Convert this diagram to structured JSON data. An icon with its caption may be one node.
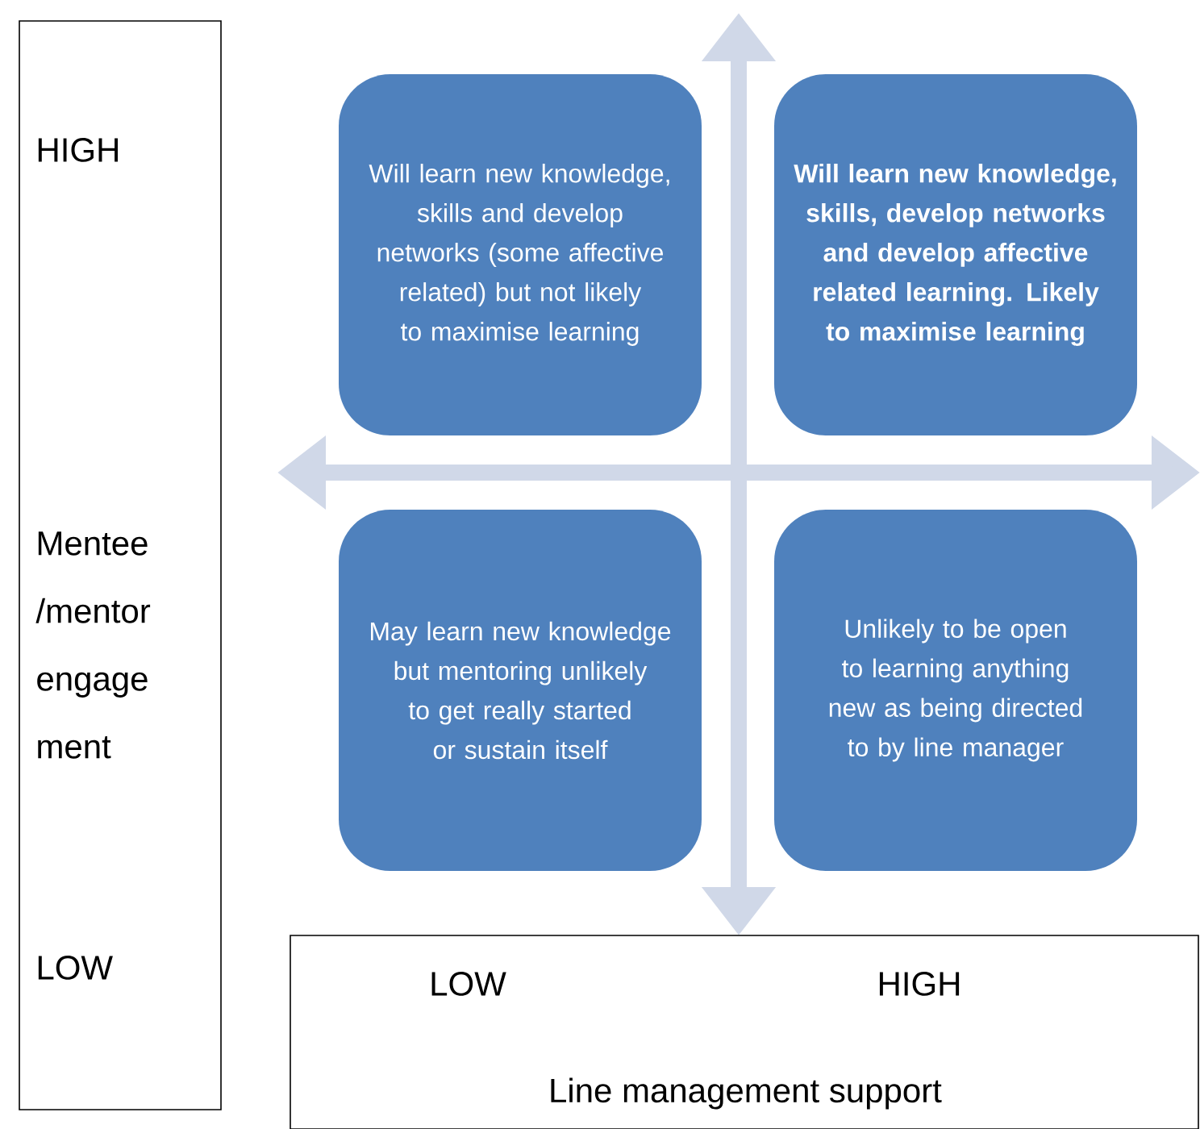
{
  "diagram": {
    "nodes": [
      {
        "text": [
          "HIGH",
          "Mentee /mentor engage ment",
          "LOW"
        ]
      },
      {
        "text": [
          "Will learn new knowledge, skills and develop networks (some affective related) but not likely to maximise learning"
        ]
      },
      {
        "text": [
          "Will learn new knowledge, skills, develop networks and develop affective related learning. Likely to maximise learning"
        ]
      },
      {
        "text": [
          "May learn new knowledge  but mentoring unlikely to get really started or sustain itself"
        ]
      },
      {
        "text": [
          "Unlikely to be open to learning anything new as being directed to by line manager"
        ]
      },
      {
        "text": [
          "LOW",
          "HIGH",
          "Line management support"
        ]
      }
    ]
  }
}
